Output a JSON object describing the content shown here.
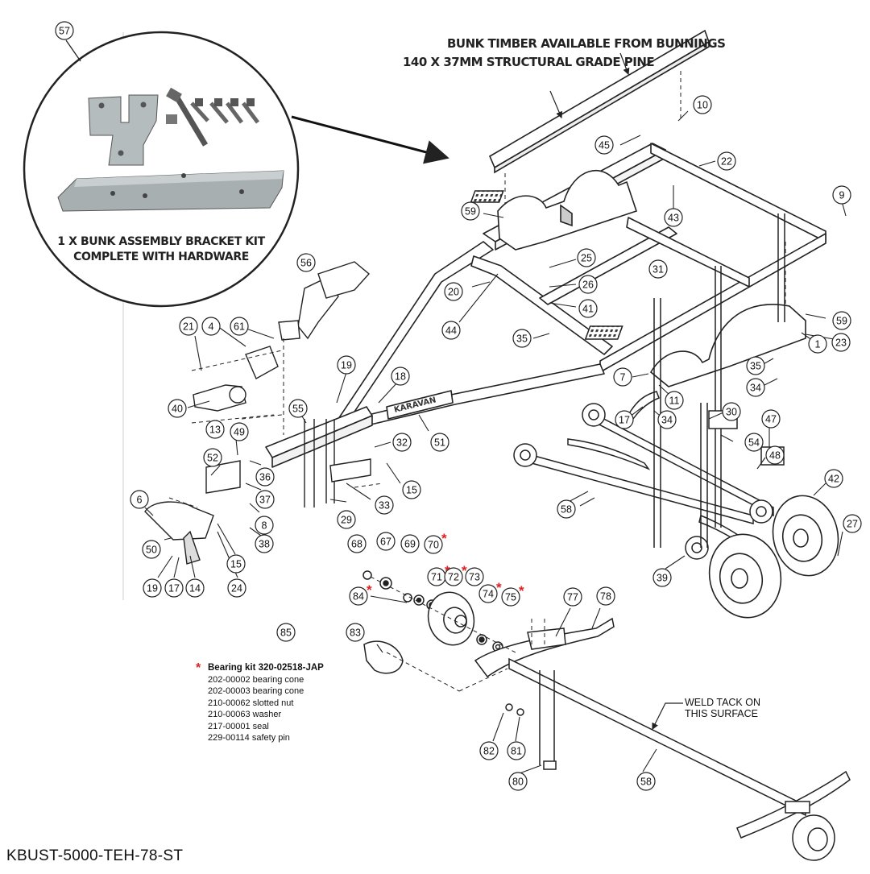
{
  "header": {
    "timber_line1": "BUNK TIMBER AVAILABLE FROM BUNNINGS",
    "timber_line2": "140 X 37MM STRUCTURAL GRADE PINE"
  },
  "kit_inset": {
    "part_number": "57",
    "line1": "1 X BUNK ASSEMBLY BRACKET KIT",
    "line2": "COMPLETE WITH HARDWARE"
  },
  "brand_plate": "KARAVAN",
  "bearing_kit": {
    "part_number": "85",
    "title": "Bearing kit 320-02518-JAP",
    "parts": [
      "202-00002 bearing cone",
      "202-00003 bearing cone",
      "210-00062 slotted nut",
      "210-00063 washer",
      "217-00001 seal",
      "229-00114 safety pin"
    ]
  },
  "weld_note": {
    "line1": "WELD TACK ON",
    "line2": "THIS SURFACE"
  },
  "part_code": "KBUST-5000-TEH-78-ST",
  "colors": {
    "line": "#222222",
    "callout_star": "#e02020",
    "bracket_metal": "#9aa3a6"
  },
  "callouts": [
    {
      "n": "57"
    },
    {
      "n": "10"
    },
    {
      "n": "45"
    },
    {
      "n": "22"
    },
    {
      "n": "9"
    },
    {
      "n": "59"
    },
    {
      "n": "43"
    },
    {
      "n": "56"
    },
    {
      "n": "25"
    },
    {
      "n": "26"
    },
    {
      "n": "41"
    },
    {
      "n": "20"
    },
    {
      "n": "44"
    },
    {
      "n": "35"
    },
    {
      "n": "31"
    },
    {
      "n": "59"
    },
    {
      "n": "1"
    },
    {
      "n": "23"
    },
    {
      "n": "21"
    },
    {
      "n": "4"
    },
    {
      "n": "61"
    },
    {
      "n": "35"
    },
    {
      "n": "34"
    },
    {
      "n": "7"
    },
    {
      "n": "11"
    },
    {
      "n": "19"
    },
    {
      "n": "18"
    },
    {
      "n": "40"
    },
    {
      "n": "55"
    },
    {
      "n": "17"
    },
    {
      "n": "34"
    },
    {
      "n": "30"
    },
    {
      "n": "47"
    },
    {
      "n": "13"
    },
    {
      "n": "49"
    },
    {
      "n": "51"
    },
    {
      "n": "32"
    },
    {
      "n": "54"
    },
    {
      "n": "48"
    },
    {
      "n": "52"
    },
    {
      "n": "36"
    },
    {
      "n": "15"
    },
    {
      "n": "42"
    },
    {
      "n": "37"
    },
    {
      "n": "33"
    },
    {
      "n": "6"
    },
    {
      "n": "8"
    },
    {
      "n": "29"
    },
    {
      "n": "58"
    },
    {
      "n": "27"
    },
    {
      "n": "38"
    },
    {
      "n": "50"
    },
    {
      "n": "15"
    },
    {
      "n": "68"
    },
    {
      "n": "67"
    },
    {
      "n": "69"
    },
    {
      "n": "70",
      "star": true
    },
    {
      "n": "71",
      "star": true
    },
    {
      "n": "72",
      "star": true
    },
    {
      "n": "73"
    },
    {
      "n": "19"
    },
    {
      "n": "17"
    },
    {
      "n": "14"
    },
    {
      "n": "24"
    },
    {
      "n": "84",
      "star": true
    },
    {
      "n": "74",
      "star": true
    },
    {
      "n": "75",
      "star": true
    },
    {
      "n": "77"
    },
    {
      "n": "78"
    },
    {
      "n": "39"
    },
    {
      "n": "85"
    },
    {
      "n": "83"
    },
    {
      "n": "82"
    },
    {
      "n": "81"
    },
    {
      "n": "80"
    },
    {
      "n": "58"
    }
  ]
}
